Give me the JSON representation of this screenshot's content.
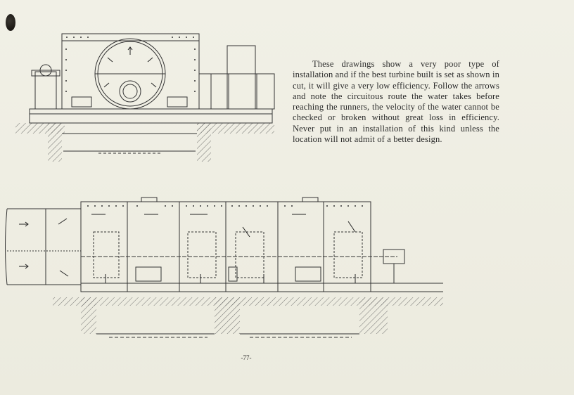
{
  "caption": {
    "text": "These drawings show a very poor type of installation and if the best turbine built is set as shown in cut, it will give a very low efficiency. Follow the arrows and note the circuitous route the water takes before reaching the runners, the velocity of the water cannot be checked or broken without great loss in efficiency. Never put in an installation of this kind unless the location will not admit of a better design."
  },
  "page_number": "-77-",
  "figures": {
    "top": "end view of poor turbine installation with circular chamber and arrows",
    "bottom": "side view of multi-runner turbine casing with water flow arrows"
  }
}
